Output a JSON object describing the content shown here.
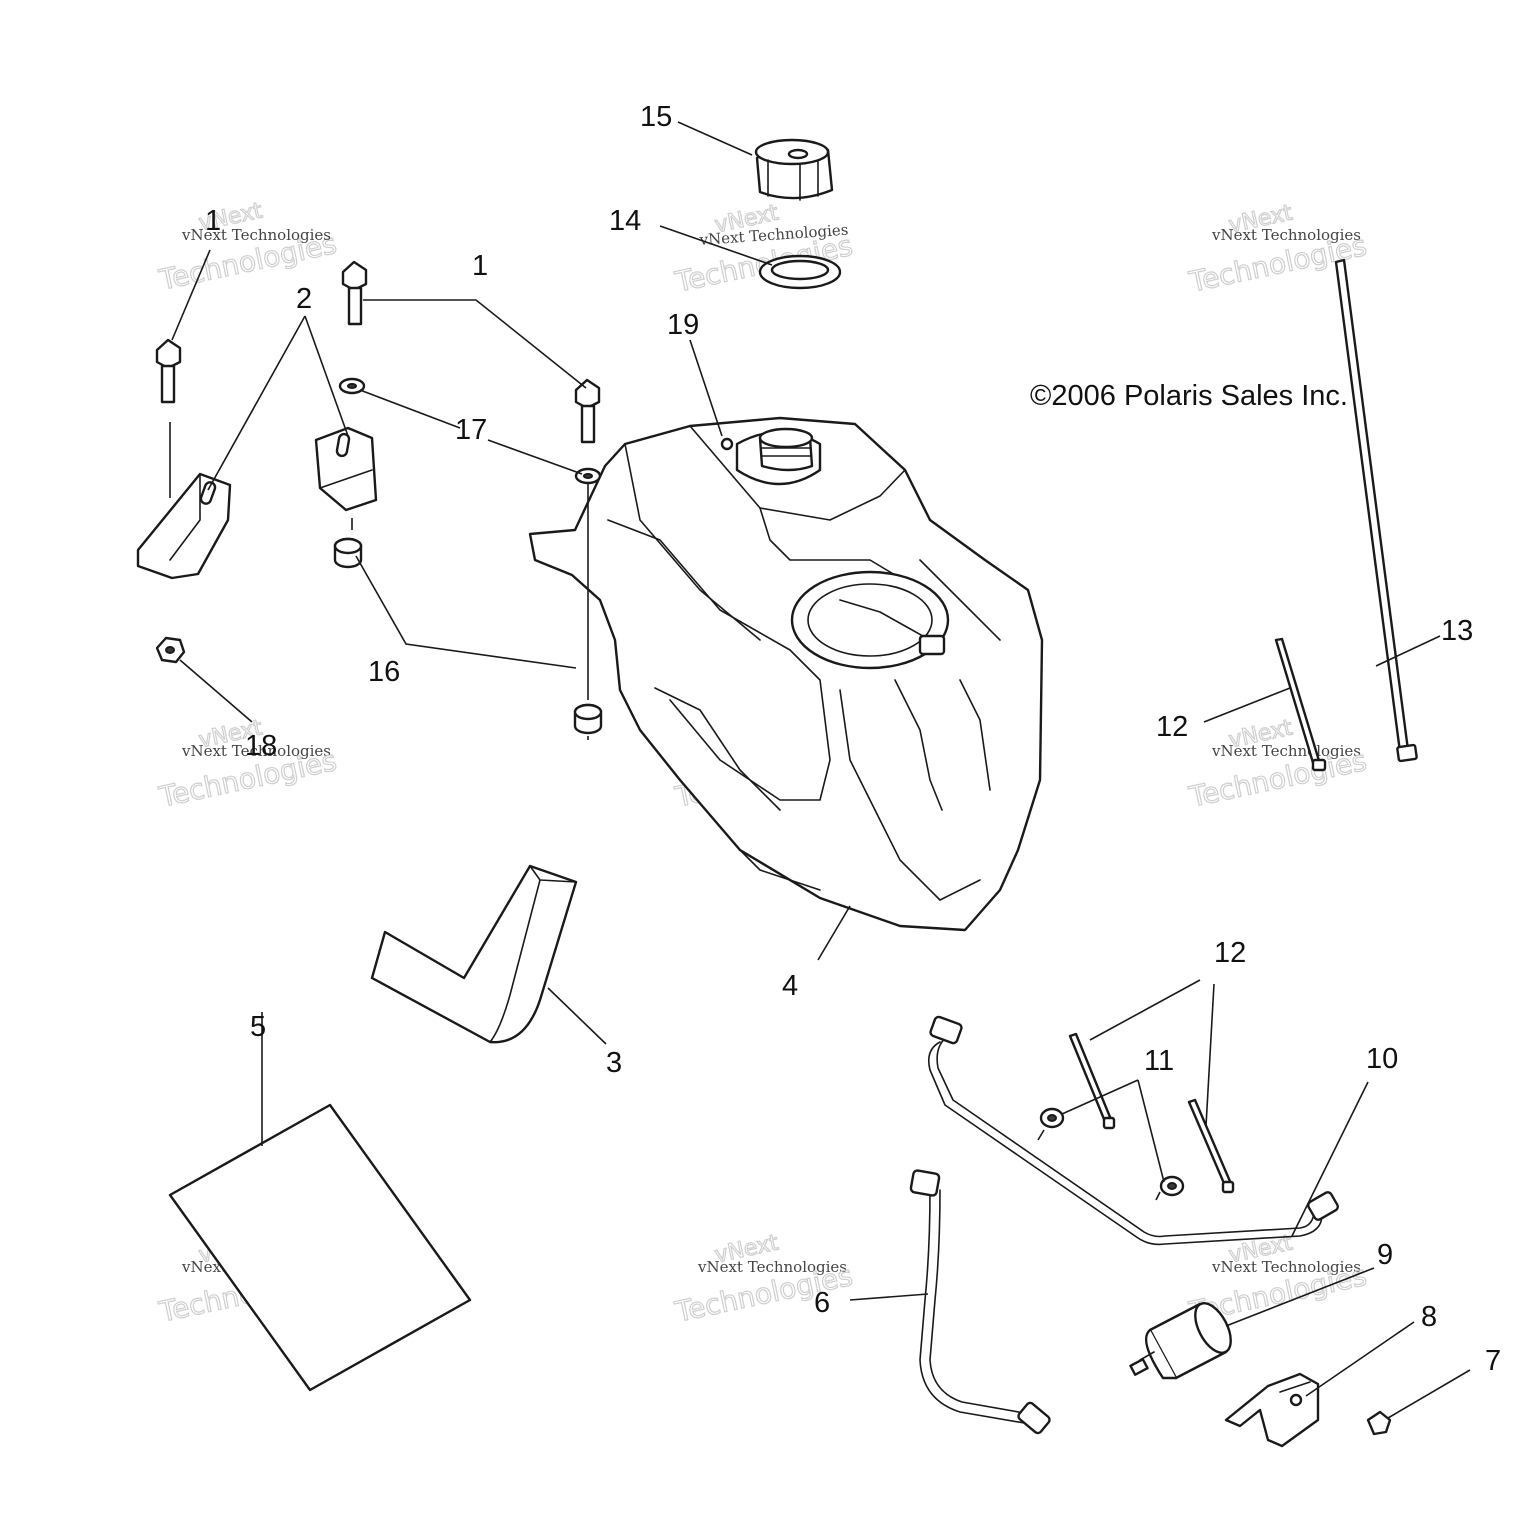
{
  "copyright": "©2006 Polaris Sales Inc.",
  "watermark": {
    "line1": "vNext Technologies",
    "line2": "Technologies",
    "mark": "vNext"
  },
  "callouts": {
    "c1a": "1",
    "c1b": "1",
    "c2": "2",
    "c3": "3",
    "c4": "4",
    "c5": "5",
    "c6": "6",
    "c7": "7",
    "c8": "8",
    "c9": "9",
    "c10": "10",
    "c11": "11",
    "c12a": "12",
    "c12b": "12",
    "c13": "13",
    "c14": "14",
    "c15": "15",
    "c16": "16",
    "c17": "17",
    "c18": "18",
    "c19": "19"
  },
  "colors": {
    "line": "#1a1a1a",
    "watermark": "#cfcfcf",
    "background": "#ffffff"
  }
}
